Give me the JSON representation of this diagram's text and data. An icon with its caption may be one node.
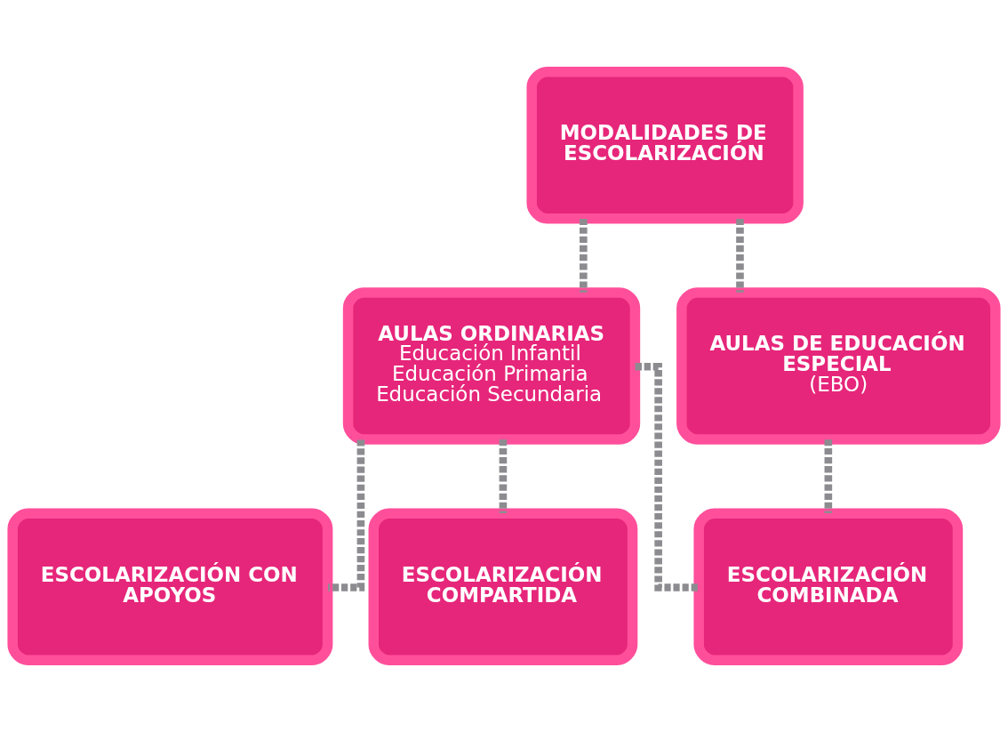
{
  "diagram": {
    "nodes": [
      {
        "text": [
          "MODALIDADES DE ESCOLARIZACIÓN"
        ]
      },
      {
        "text": [
          "AULAS ORDINARIAS",
          "Educación Infantil",
          "Educación Primaria",
          "Educación Secundaria"
        ]
      },
      {
        "text": [
          "AULAS DE EDUCACIÓN ESPECIAL",
          "(EBO)"
        ]
      },
      {
        "text": [
          "ESCOLARIZACIÓN CON APOYOS"
        ]
      },
      {
        "text": [
          "ESCOLARIZACIÓN COMPARTIDA"
        ]
      },
      {
        "text": [
          "ESCOLARIZACIÓN COMBINADA"
        ]
      }
    ],
    "edges": [
      {
        "from": 0,
        "to": 1,
        "arrow": "none",
        "style": "dashed"
      },
      {
        "from": 0,
        "to": 2,
        "arrow": "none",
        "style": "dashed"
      },
      {
        "from": 1,
        "to": 3,
        "arrow": "none",
        "style": "dashed"
      },
      {
        "from": 1,
        "to": 4,
        "arrow": "none",
        "style": "dashed"
      },
      {
        "from": 1,
        "to": 5,
        "arrow": "none",
        "style": "dashed"
      },
      {
        "from": 2,
        "to": 5,
        "arrow": "none",
        "style": "dashed"
      }
    ]
  }
}
